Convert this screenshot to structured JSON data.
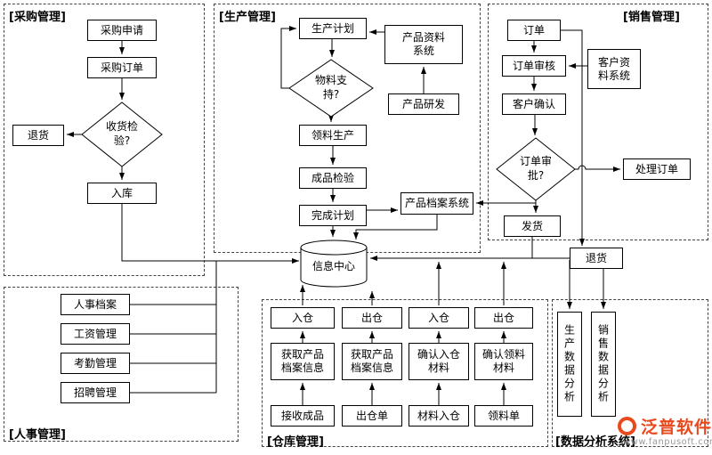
{
  "sections": {
    "purchase": {
      "label": "[采购管理]"
    },
    "production": {
      "label": "[生产管理]"
    },
    "sales": {
      "label": "[销售管理]"
    },
    "hr": {
      "label": "[人事管理]"
    },
    "warehouse": {
      "label": "[仓库管理]"
    },
    "analysis": {
      "label": "[数据分析系统]"
    }
  },
  "nodes": {
    "purchase_request": "采购申请",
    "purchase_order": "采购订单",
    "receive_check": "收货检验?",
    "purchase_return": "退货",
    "stock_in": "入库",
    "production_plan": "生产计划",
    "product_data_system": "产品资料系统",
    "material_support": "物料支持?",
    "product_rd": "产品研发",
    "material_production": "领料生产",
    "finished_check": "成品检验",
    "complete_plan": "完成计划",
    "product_archive_system": "产品档案系统",
    "info_center": "信息中心",
    "order": "订单",
    "order_review": "订单审核",
    "customer_data_system": "客户资料系统",
    "customer_confirm": "客户确认",
    "order_approval": "订单审批?",
    "process_order": "处理订单",
    "ship": "发货",
    "sales_return": "退货",
    "hr_file": "人事档案",
    "salary": "工资管理",
    "attendance": "考勤管理",
    "recruit": "招聘管理",
    "wh_in_1": "入仓",
    "wh_out_1": "出仓",
    "wh_in_2": "入仓",
    "wh_out_2": "出仓",
    "get_archive_1": "获取产品档案信息",
    "get_archive_2": "获取产品档案信息",
    "confirm_in_material": "确认入仓材料",
    "confirm_pick_material": "确认领料材料",
    "receive_finished": "接收成品",
    "out_order": "出仓单",
    "material_in": "材料入仓",
    "pick_order": "领料单",
    "production_analysis": "生产数据分析",
    "sales_analysis": "销售数据分析"
  },
  "logo": {
    "brand": "泛普软件",
    "url": "www.fanpusoft.com",
    "brand_color": "#e8491d"
  }
}
